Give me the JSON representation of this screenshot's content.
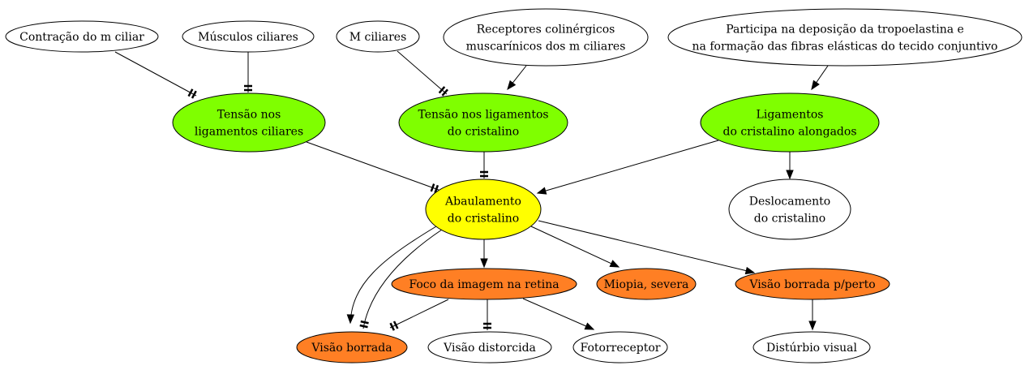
{
  "colors": {
    "white": "#ffffff",
    "green": "#7fff00",
    "yellow": "#ffff00",
    "orange": "#ff7f24",
    "stroke": "#000000"
  },
  "nodes": {
    "contracao": {
      "lines": [
        "Contração do m ciliar"
      ],
      "fill": "white"
    },
    "musculos": {
      "lines": [
        "Músculos ciliares"
      ],
      "fill": "white"
    },
    "mciliares": {
      "lines": [
        "M ciliares"
      ],
      "fill": "white"
    },
    "receptores": {
      "lines": [
        "Receptores colinérgicos",
        "muscarínicos dos m ciliares"
      ],
      "fill": "white"
    },
    "participa": {
      "lines": [
        "Participa na deposição da tropoelastina e",
        "na formação das fibras elásticas do tecido conjuntivo"
      ],
      "fill": "white"
    },
    "tensao_ciliares": {
      "lines": [
        "Tensão nos",
        "ligamentos ciliares"
      ],
      "fill": "green"
    },
    "tensao_cristalino": {
      "lines": [
        "Tensão nos ligamentos",
        "do cristalino"
      ],
      "fill": "green"
    },
    "ligamentos_alongados": {
      "lines": [
        "Ligamentos",
        "do cristalino alongados"
      ],
      "fill": "green"
    },
    "abaulamento": {
      "lines": [
        "Abaulamento",
        "do cristalino"
      ],
      "fill": "yellow"
    },
    "deslocamento": {
      "lines": [
        "Deslocamento",
        "do cristalino"
      ],
      "fill": "white"
    },
    "foco": {
      "lines": [
        "Foco da imagem na retina"
      ],
      "fill": "orange"
    },
    "miopia": {
      "lines": [
        "Miopia, severa"
      ],
      "fill": "orange"
    },
    "visao_perto": {
      "lines": [
        "Visão borrada p/perto"
      ],
      "fill": "orange"
    },
    "visao_borrada": {
      "lines": [
        "Visão borrada"
      ],
      "fill": "orange"
    },
    "visao_distorcida": {
      "lines": [
        "Visão distorcida"
      ],
      "fill": "white"
    },
    "fotorreceptor": {
      "lines": [
        "Fotorreceptor"
      ],
      "fill": "white"
    },
    "disturbio": {
      "lines": [
        "Distúrbio visual"
      ],
      "fill": "white"
    }
  },
  "edges": [
    {
      "from": "contracao",
      "to": "tensao_ciliares",
      "type": "double-bar"
    },
    {
      "from": "musculos",
      "to": "tensao_ciliares",
      "type": "double-bar"
    },
    {
      "from": "mciliares",
      "to": "tensao_cristalino",
      "type": "double-bar"
    },
    {
      "from": "receptores",
      "to": "tensao_cristalino",
      "type": "arrow"
    },
    {
      "from": "participa",
      "to": "ligamentos_alongados",
      "type": "arrow"
    },
    {
      "from": "tensao_ciliares",
      "to": "abaulamento",
      "type": "double-bar"
    },
    {
      "from": "tensao_cristalino",
      "to": "abaulamento",
      "type": "double-bar"
    },
    {
      "from": "ligamentos_alongados",
      "to": "abaulamento",
      "type": "arrow"
    },
    {
      "from": "ligamentos_alongados",
      "to": "deslocamento",
      "type": "arrow"
    },
    {
      "from": "abaulamento",
      "to": "foco",
      "type": "arrow"
    },
    {
      "from": "abaulamento",
      "to": "miopia",
      "type": "arrow"
    },
    {
      "from": "abaulamento",
      "to": "visao_perto",
      "type": "arrow"
    },
    {
      "from": "abaulamento",
      "to": "visao_borrada",
      "type": "arrow"
    },
    {
      "from": "abaulamento",
      "to": "visao_borrada",
      "type": "double-bar"
    },
    {
      "from": "foco",
      "to": "visao_borrada",
      "type": "double-bar"
    },
    {
      "from": "foco",
      "to": "visao_distorcida",
      "type": "double-bar"
    },
    {
      "from": "foco",
      "to": "fotorreceptor",
      "type": "arrow"
    },
    {
      "from": "visao_perto",
      "to": "disturbio",
      "type": "arrow"
    }
  ]
}
